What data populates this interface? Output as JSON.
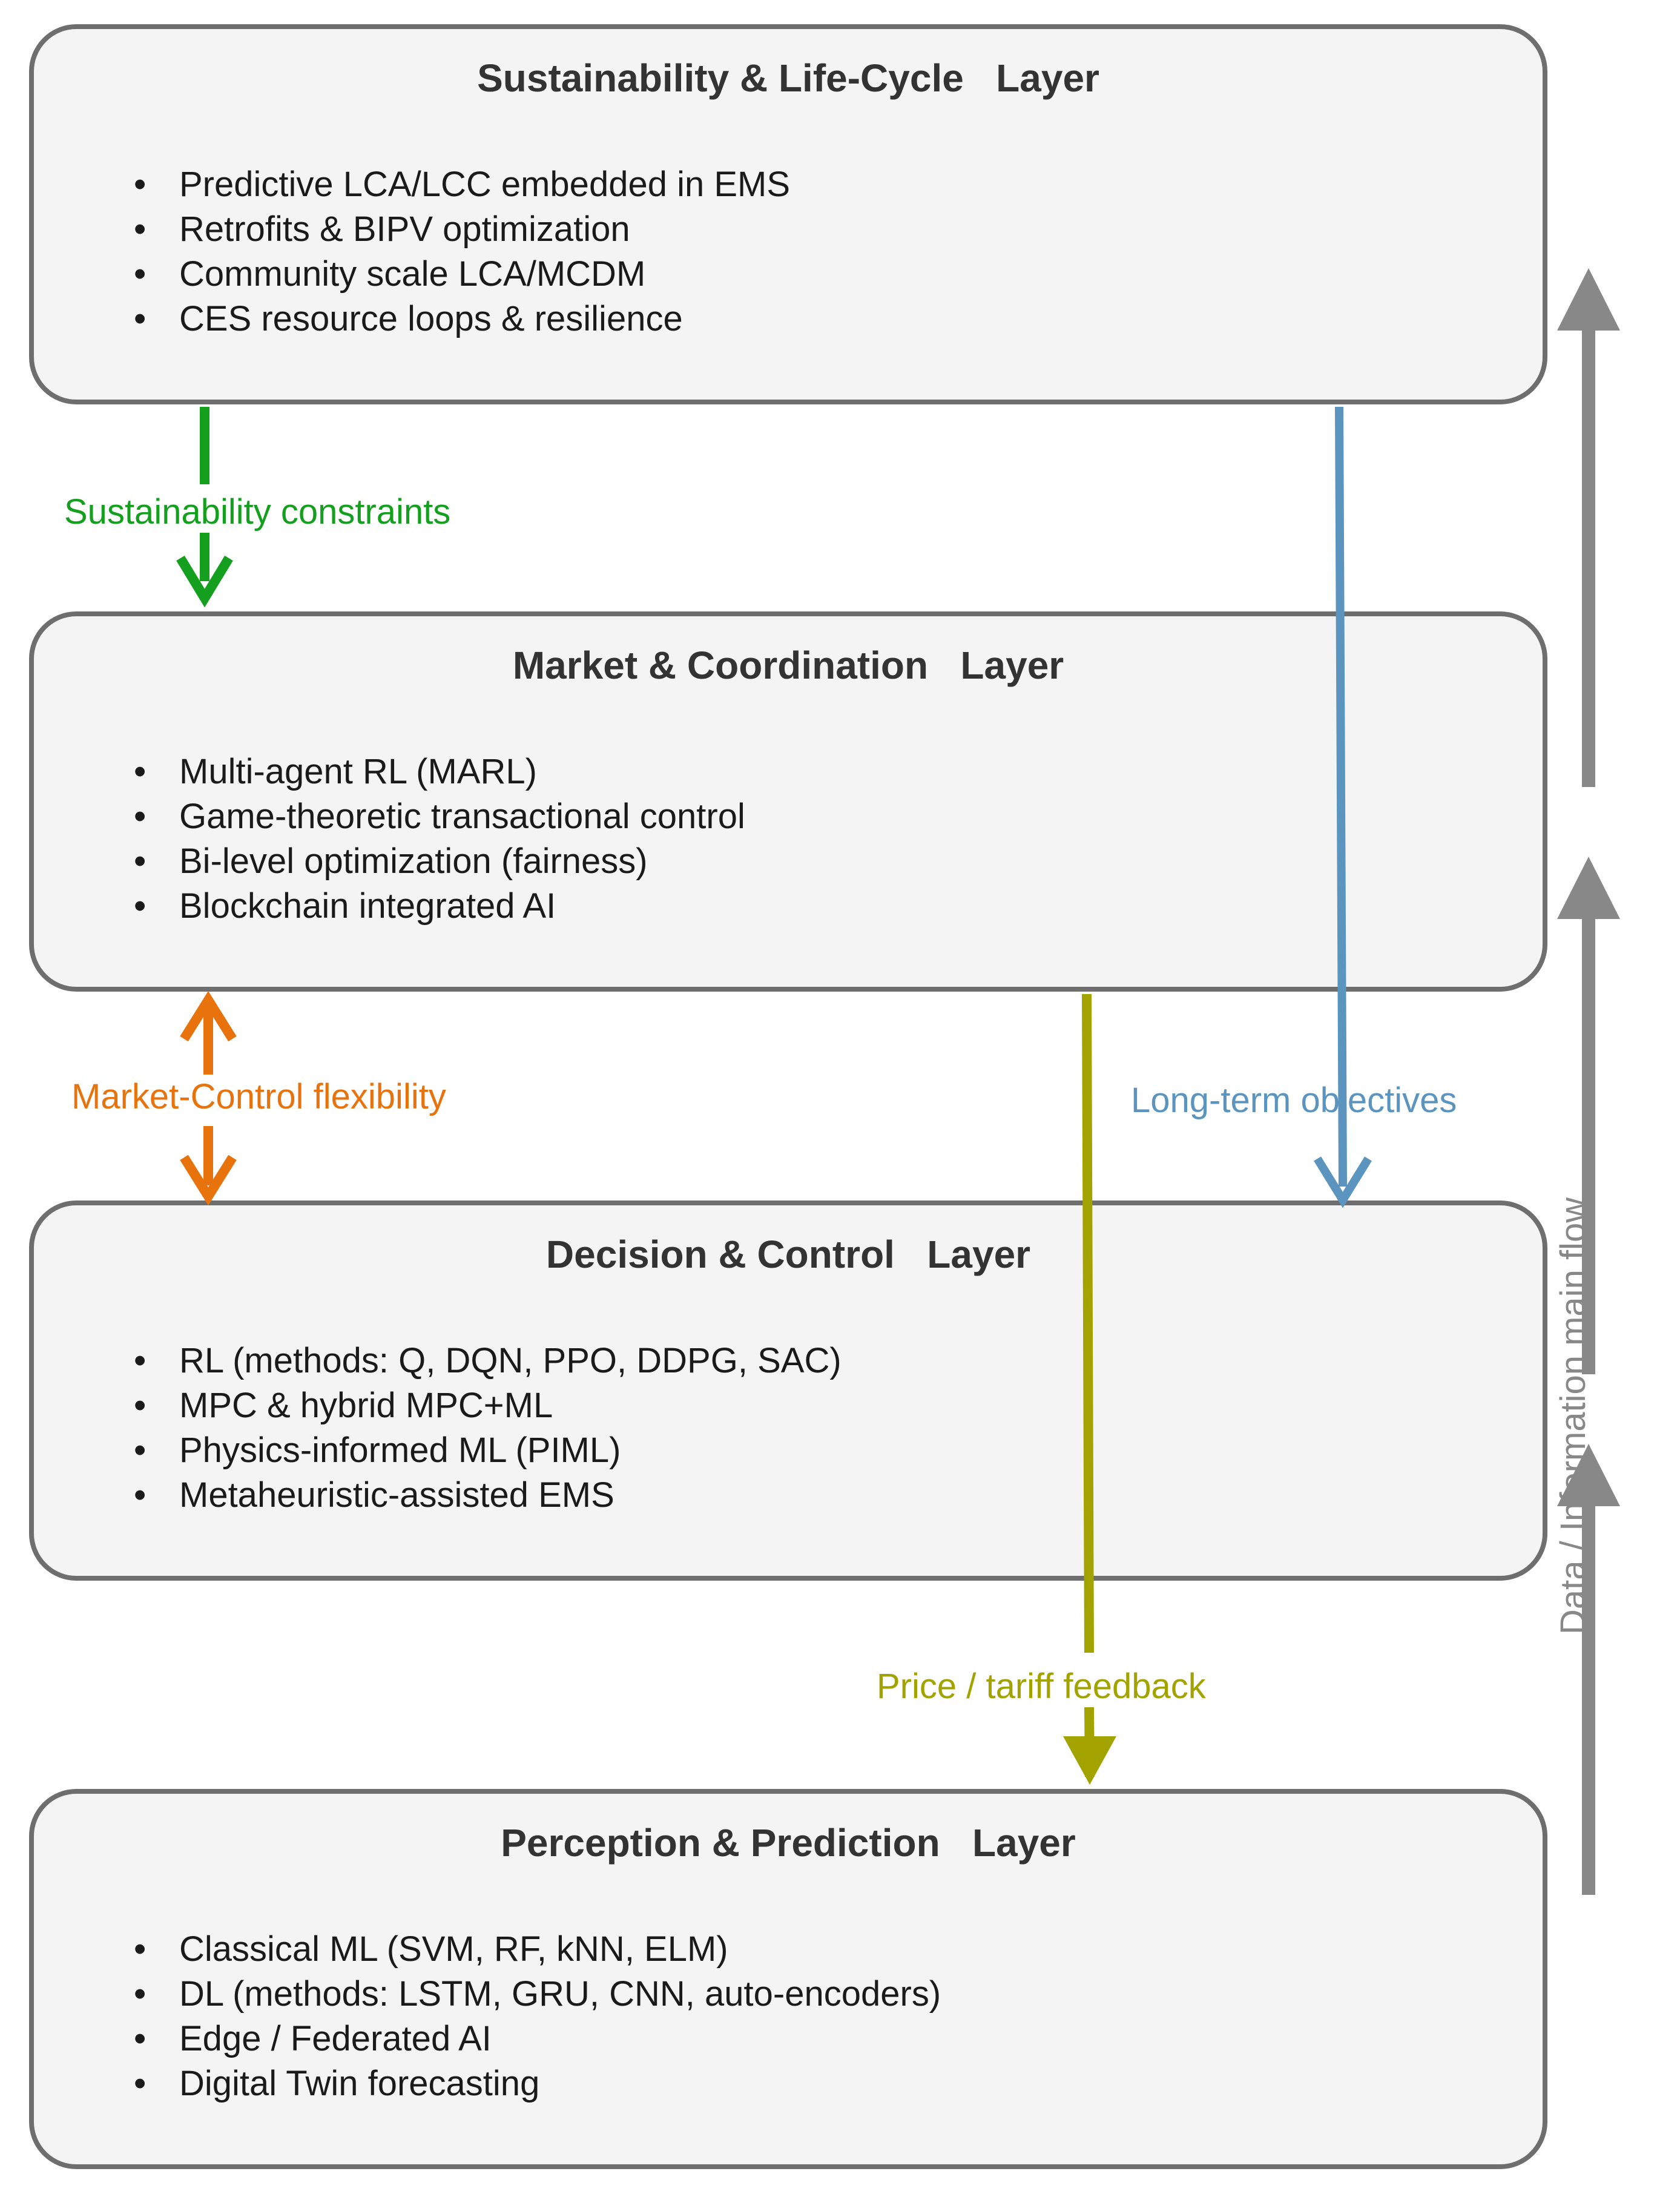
{
  "layers": [
    {
      "title": "Sustainability & Life-Cycle   Layer",
      "items": [
        "Predictive LCA/LCC embedded in EMS",
        "Retrofits & BIPV optimization",
        "Community scale LCA/MCDM",
        "CES resource loops & resilience"
      ]
    },
    {
      "title": "Market & Coordination   Layer",
      "items": [
        "Multi-agent RL (MARL)",
        "Game-theoretic transactional control",
        "Bi-level optimization (fairness)",
        "Blockchain integrated AI"
      ]
    },
    {
      "title": "Decision & Control   Layer",
      "items": [
        "RL (methods: Q, DQN, PPO, DDPG, SAC)",
        "MPC & hybrid MPC+ML",
        "Physics-informed ML (PIML)",
        "Metaheuristic-assisted EMS"
      ]
    },
    {
      "title": "Perception & Prediction   Layer",
      "items": [
        "Classical ML (SVM, RF, kNN, ELM)",
        "DL (methods: LSTM, GRU, CNN, auto-encoders)",
        "Edge / Federated AI",
        "Digital Twin forecasting"
      ]
    }
  ],
  "flows": {
    "sustainability_constraints": "Sustainability constraints",
    "market_control_flexibility": "Market-Control flexibility",
    "long_term_objectives": "Long-term objectives",
    "price_tariff_feedback": "Price / tariff feedback",
    "main_flow": "Data / Information main flow"
  },
  "colors": {
    "sustainability_constraints": "#14a01e",
    "market_control_flexibility": "#e8720c",
    "long_term_objectives": "#5b95bf",
    "price_tariff_feedback": "#a3a300",
    "main_flow": "#888888",
    "box_border": "#6e6e6e",
    "box_fill": "#f4f4f4"
  }
}
